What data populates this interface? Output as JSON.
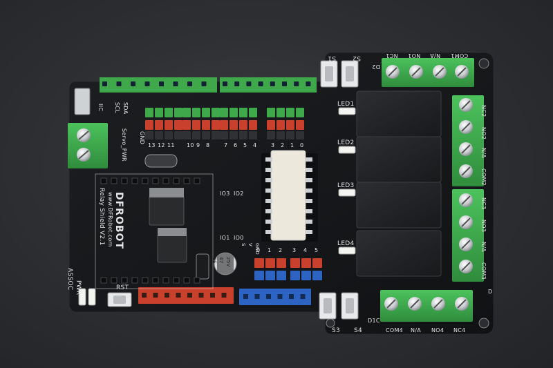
{
  "brand": {
    "logo": "DFROBOT",
    "url": "www.DFRobot.com",
    "product": "Relay Shield V2.1"
  },
  "switches": {
    "s1": "S1",
    "s2": "S2",
    "s3": "S3",
    "s4": "S4",
    "rst": "RST"
  },
  "leds": {
    "led1": "LED1",
    "led2": "LED2",
    "led3": "LED3",
    "led4": "LED4",
    "pwr": "PWR",
    "assoc": "ASSOC"
  },
  "terminals": {
    "top": [
      "NC1",
      "NO1",
      "N/A",
      "COM1"
    ],
    "right": [
      "NC2",
      "NO2",
      "N/A",
      "COM2",
      "NC3",
      "NO3",
      "N/A",
      "COM3"
    ],
    "bottom": [
      "COM4",
      "N/A",
      "NO4",
      "NC4"
    ]
  },
  "pins": {
    "digital_top": [
      "13",
      "12",
      "11",
      "10",
      "9",
      "8",
      "7",
      "6",
      "5",
      "4",
      "3",
      "2",
      "1",
      "0"
    ],
    "analog": [
      "0",
      "1",
      "2",
      "3",
      "4",
      "5"
    ],
    "analog_side": [
      "S",
      "V",
      "GND"
    ]
  },
  "markings": {
    "servo_pwr": "Servo_PWR",
    "i2c": "IIC",
    "sda": "SDA",
    "scl": "SCL",
    "gnd": "GND",
    "d_label": "D",
    "d1c": "D1C",
    "d2": "D2",
    "io_labels": [
      "IO3",
      "IO2",
      "IO1",
      "IO0"
    ],
    "cap": [
      "CS",
      "47",
      "25V"
    ]
  },
  "colors": {
    "pcb": "#15171a",
    "terminal_green": "#3aa64a",
    "header_green": "#3ea84a",
    "header_red": "#c9402c",
    "header_blue": "#2d64c4",
    "relay_black": "#232528",
    "silkscreen": "#e6e6e6"
  }
}
